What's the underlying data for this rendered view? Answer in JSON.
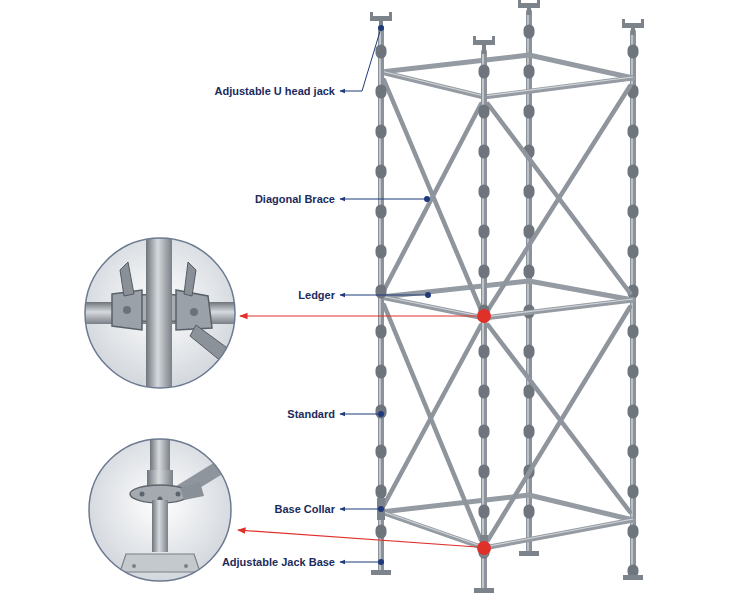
{
  "diagram": {
    "labels": [
      "Adjustable U head jack",
      "Diagonal Brace",
      "Ledger",
      "Standard",
      "Base Collar",
      "Adjustable Jack Base"
    ]
  }
}
